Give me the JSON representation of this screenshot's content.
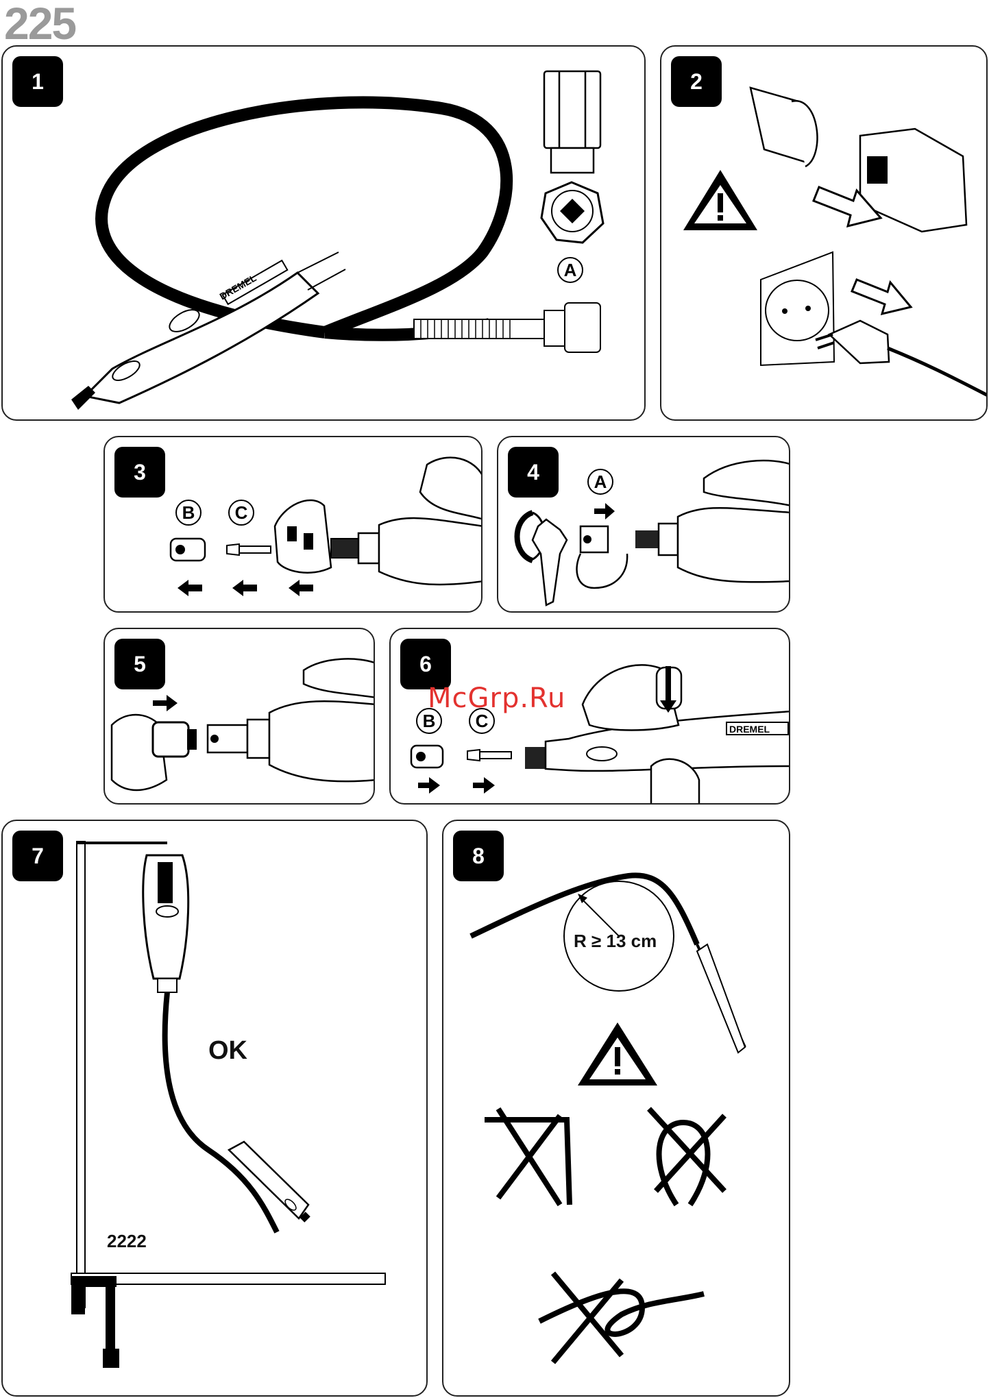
{
  "page_number": "225",
  "watermark": "McGrp.Ru",
  "panels": [
    {
      "number": "1",
      "labels": {
        "callout": "A",
        "brand": "DREMEL"
      }
    },
    {
      "number": "2"
    },
    {
      "number": "3",
      "labels": {
        "part_b": "B",
        "part_c": "C"
      }
    },
    {
      "number": "4",
      "labels": {
        "callout": "A"
      }
    },
    {
      "number": "5"
    },
    {
      "number": "6",
      "labels": {
        "part_b": "B",
        "part_c": "C",
        "brand": "DREMEL"
      }
    },
    {
      "number": "7",
      "labels": {
        "ok": "OK",
        "model": "2222"
      }
    },
    {
      "number": "8",
      "labels": {
        "radius": "R ≥ 13 cm"
      }
    }
  ],
  "icons": [
    "warning-triangle-icon",
    "arrow-right-icon",
    "arrow-left-icon",
    "arrow-down-icon",
    "rotate-icon"
  ]
}
